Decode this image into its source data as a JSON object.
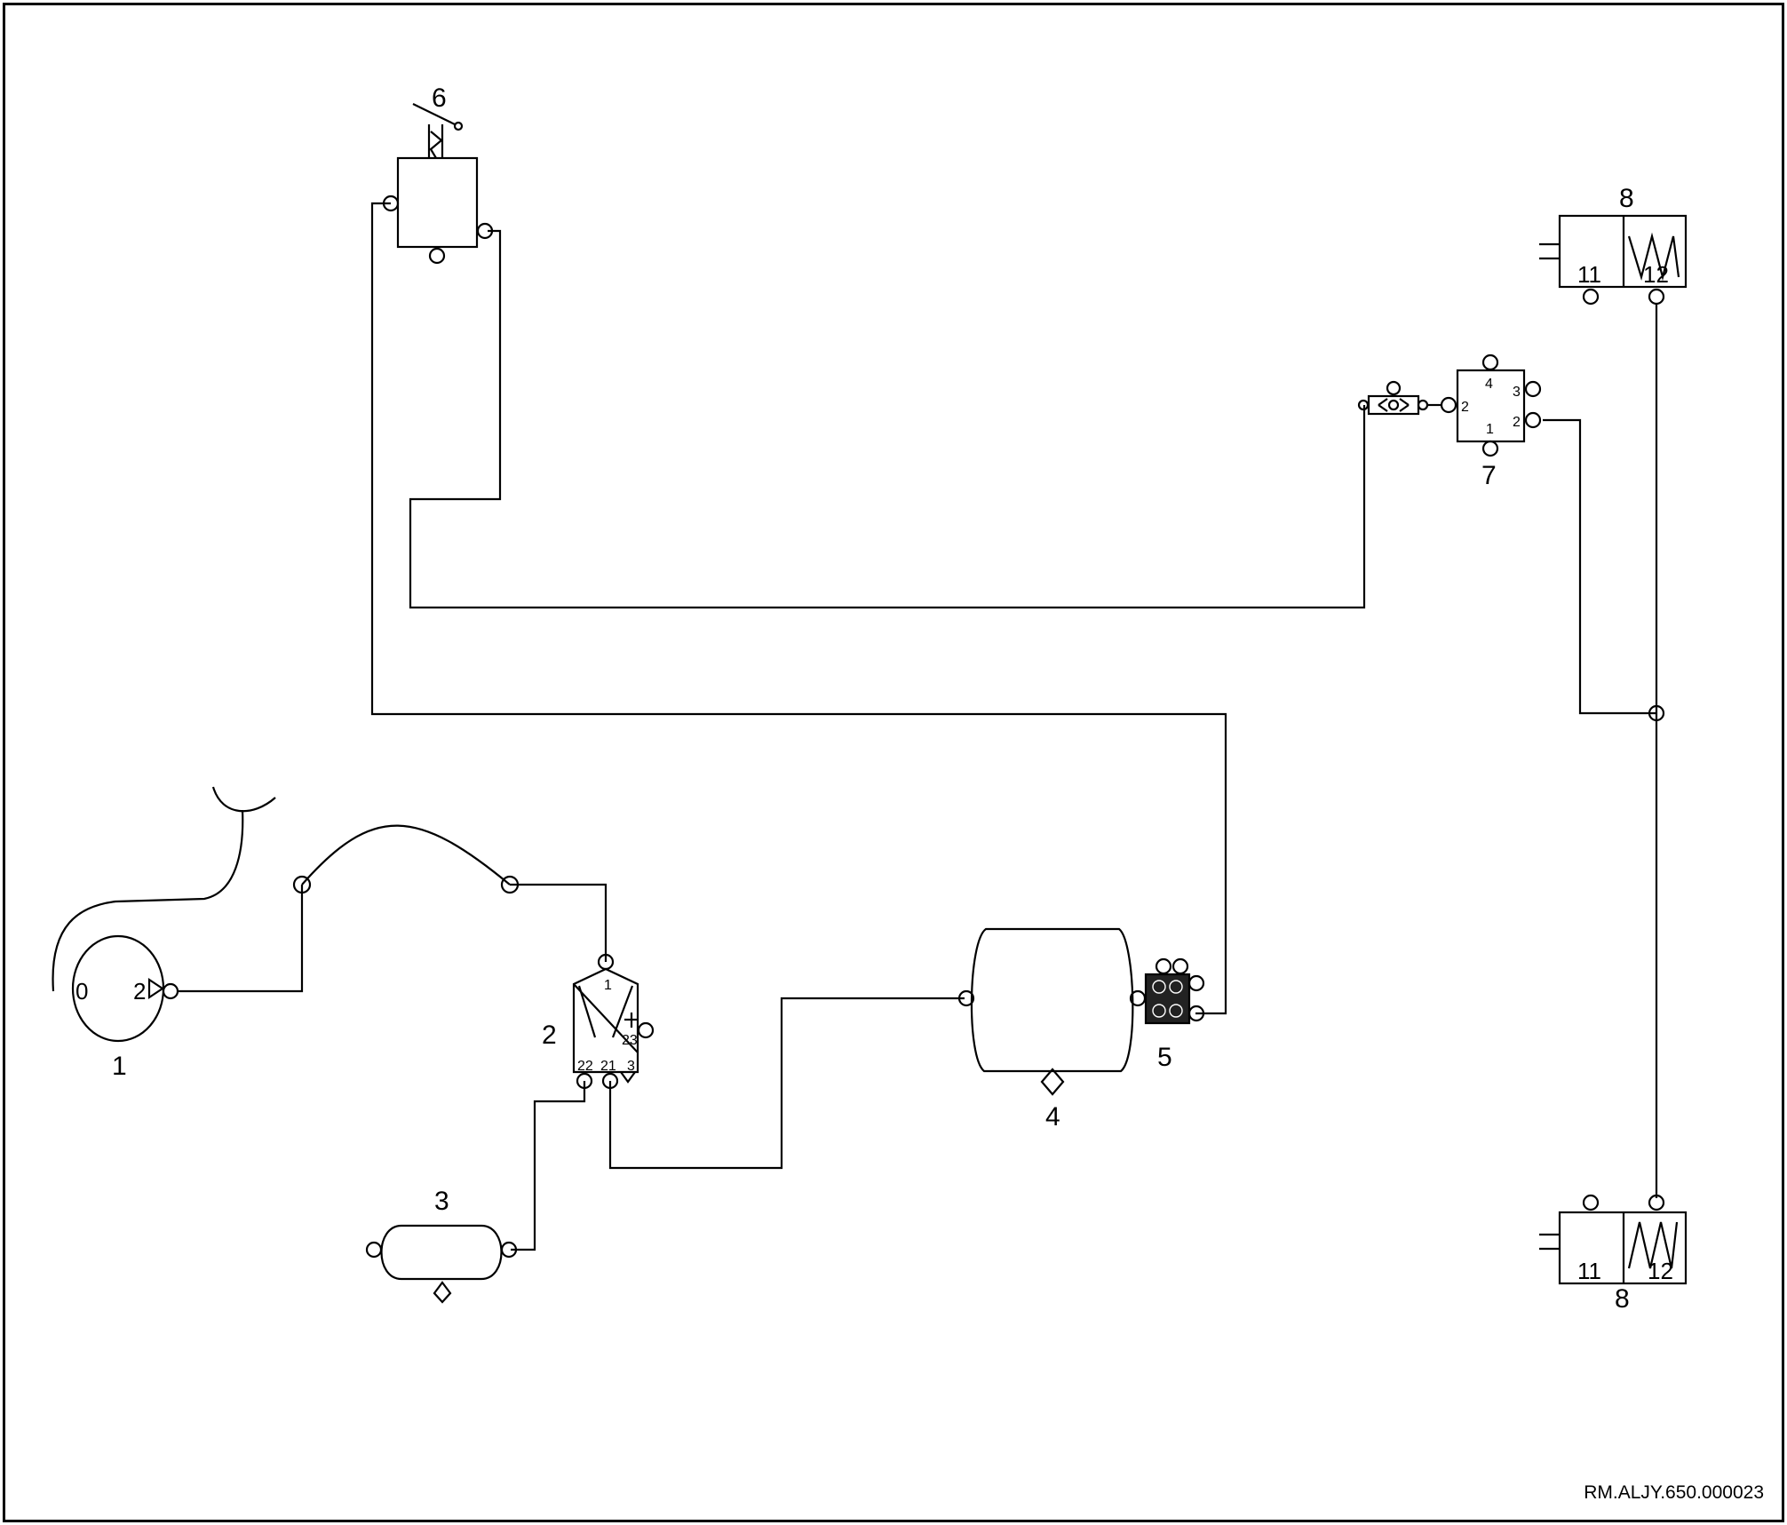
{
  "diagram": {
    "callouts": {
      "c1": "1",
      "c2": "2",
      "c3": "3",
      "c4": "4",
      "c5": "5",
      "c6": "6",
      "c7": "7",
      "c8_top": "8",
      "c8_bottom": "8"
    },
    "ports": {
      "compressor_in": "0",
      "compressor_out": "2",
      "dryer_1": "1",
      "dryer_23": "23",
      "dryer_22": "22",
      "dryer_21": "21",
      "dryer_3": "3",
      "valve7_4": "4",
      "valve7_3": "3",
      "valve7_2_left": "2",
      "valve7_2_right": "2",
      "valve7_1": "1",
      "chamber_top_11": "11",
      "chamber_top_12": "12",
      "chamber_bottom_11": "11",
      "chamber_bottom_12": "12"
    },
    "reference": "RM.ALJY.650.000023"
  }
}
